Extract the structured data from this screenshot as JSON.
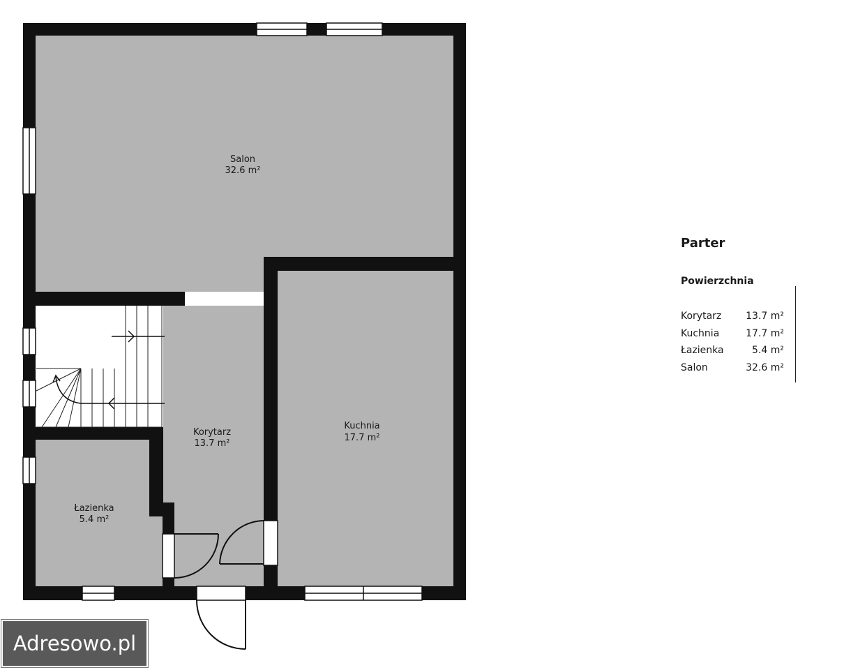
{
  "plan": {
    "rooms": [
      {
        "id": "salon",
        "name": "Salon",
        "area": "32.6 m²"
      },
      {
        "id": "kuchnia",
        "name": "Kuchnia",
        "area": "17.7 m²"
      },
      {
        "id": "korytarz",
        "name": "Korytarz",
        "area": "13.7 m²"
      },
      {
        "id": "lazienka",
        "name": "Łazienka",
        "area": "5.4 m²"
      }
    ]
  },
  "legend": {
    "title": "Parter",
    "subtitle": "Powierzchnia",
    "rows": [
      {
        "name": "Korytarz",
        "area": "13.7 m²"
      },
      {
        "name": "Kuchnia",
        "area": "17.7 m²"
      },
      {
        "name": "Łazienka",
        "area": "5.4 m²"
      },
      {
        "name": "Salon",
        "area": "32.6 m²"
      }
    ]
  },
  "watermark": {
    "text": "Adresowo.pl"
  },
  "colors": {
    "wall": "#111111",
    "floor": "#b4b4b4",
    "window": "#ffffff",
    "background": "#ffffff"
  }
}
